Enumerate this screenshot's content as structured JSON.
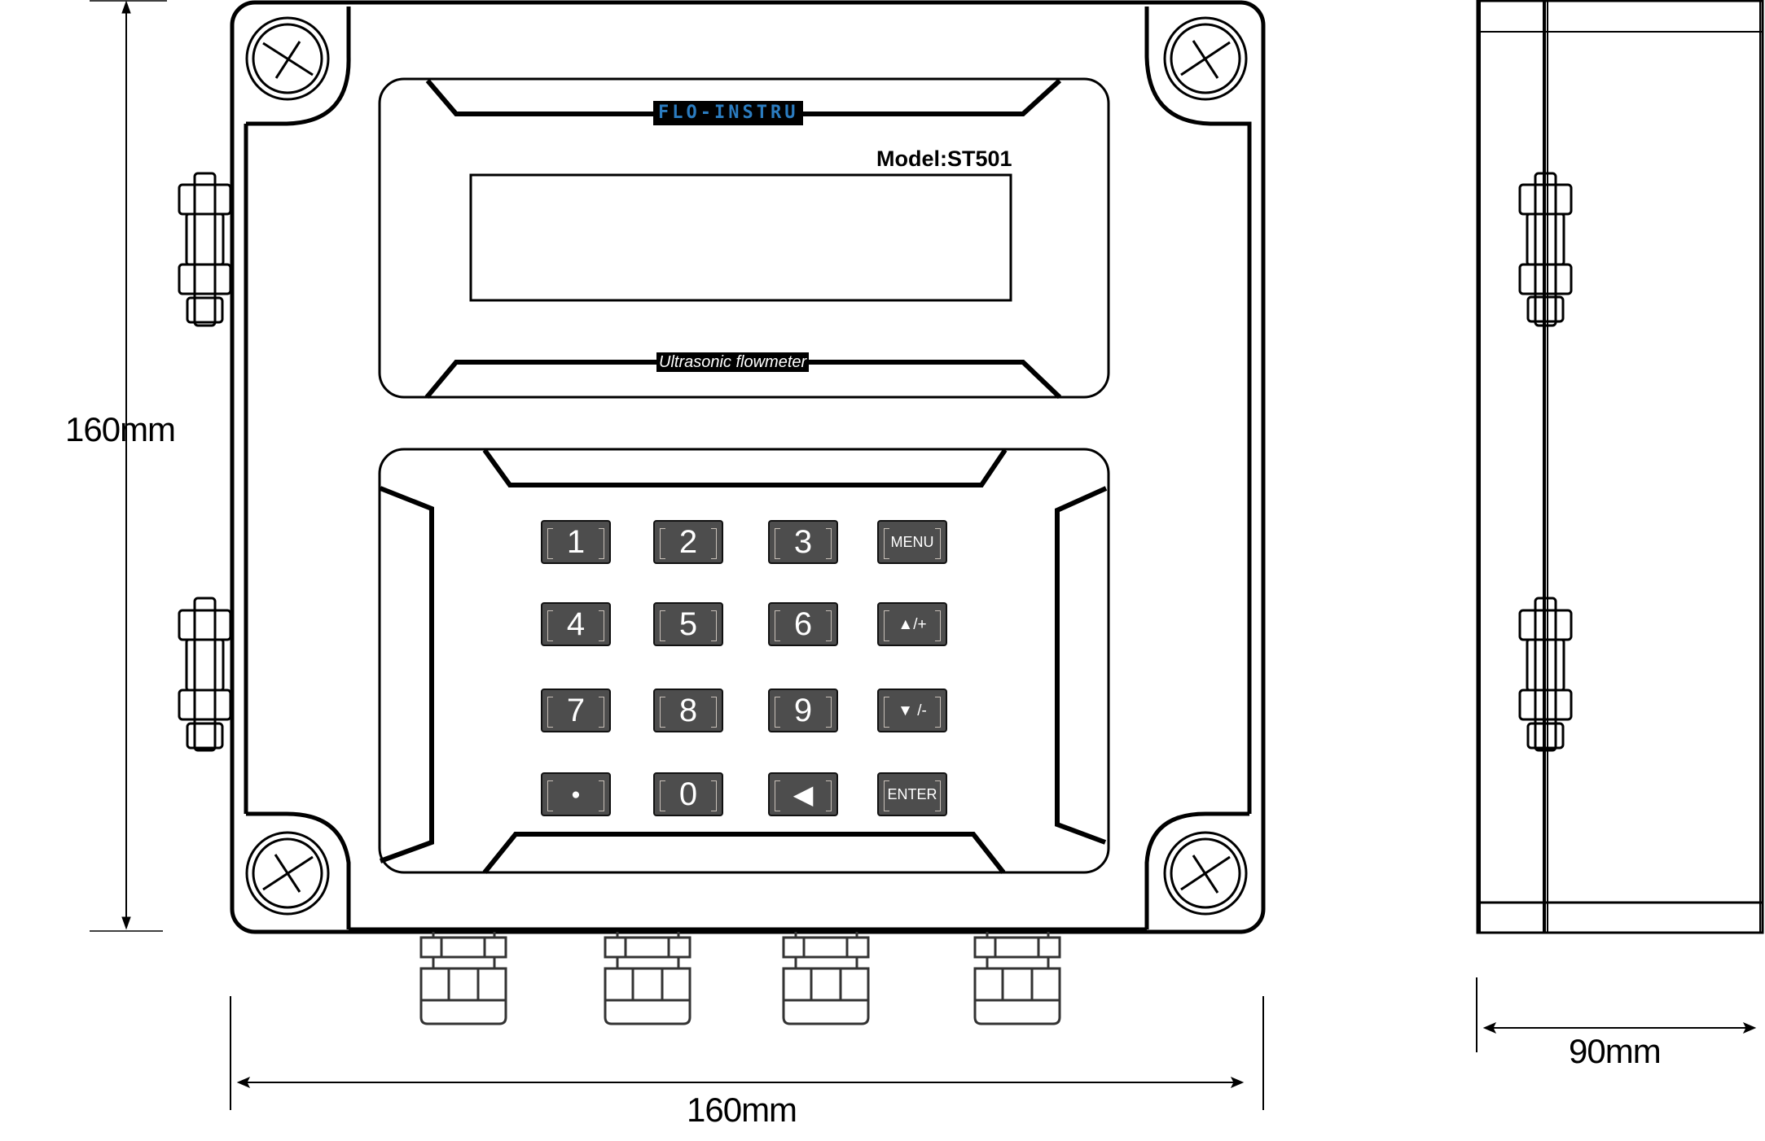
{
  "drawing": {
    "brand": "FLO-INSTRU",
    "brand_color": "#2b7cc0",
    "brand_drop_color": "#3fae49",
    "model": "Model:ST501",
    "subtitle": "Ultrasonic flowmeter",
    "display": {
      "value": ""
    }
  },
  "dimensions": {
    "height": "160mm",
    "width": "160mm",
    "depth": "90mm"
  },
  "keypad": {
    "keys": [
      {
        "label": "1",
        "name": "key-1"
      },
      {
        "label": "2",
        "name": "key-2"
      },
      {
        "label": "3",
        "name": "key-3"
      },
      {
        "label": "MENU",
        "name": "key-menu"
      },
      {
        "label": "4",
        "name": "key-4"
      },
      {
        "label": "5",
        "name": "key-5"
      },
      {
        "label": "6",
        "name": "key-6"
      },
      {
        "label": "▲/+",
        "name": "key-up-plus"
      },
      {
        "label": "7",
        "name": "key-7"
      },
      {
        "label": "8",
        "name": "key-8"
      },
      {
        "label": "9",
        "name": "key-9"
      },
      {
        "label": "▼ /-",
        "name": "key-down-minus"
      },
      {
        "label": "●",
        "name": "key-dot"
      },
      {
        "label": "0",
        "name": "key-0"
      },
      {
        "label": "◀",
        "name": "key-back"
      },
      {
        "label": "ENTER",
        "name": "key-enter"
      }
    ]
  }
}
